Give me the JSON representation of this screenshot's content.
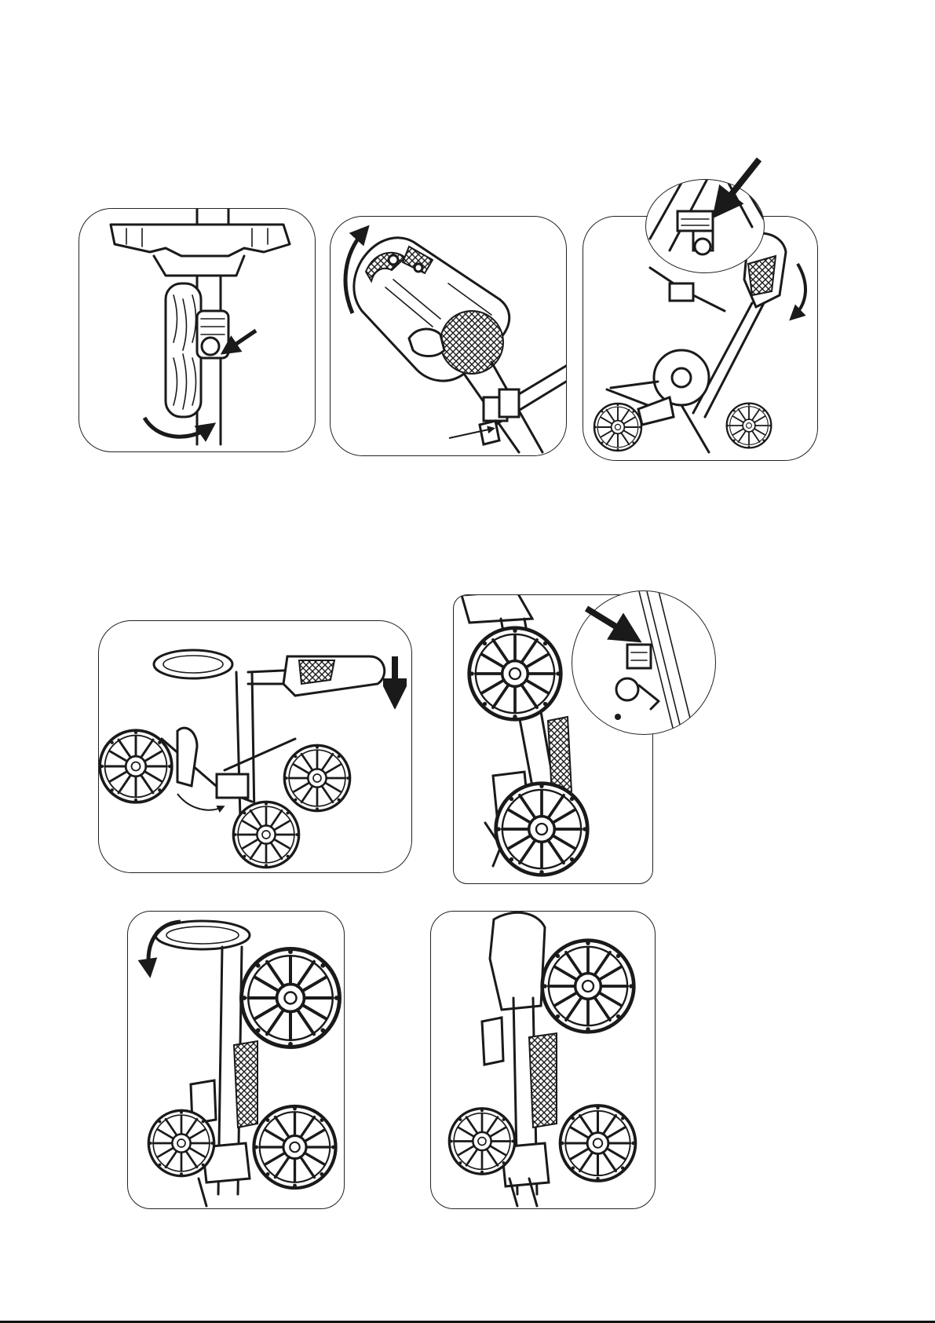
{
  "page": {
    "description_free": true,
    "colors": {
      "ink": "#1a1a1a",
      "paper": "#ffffff"
    }
  },
  "figures": [
    {
      "id": "step-1",
      "icons": [
        "handle-grip-icon",
        "rotate-arrow-icon",
        "pointer-arrow-icon"
      ]
    },
    {
      "id": "step-2",
      "icons": [
        "scorecard-console-icon",
        "rotate-arrow-icon",
        "pointer-arrow-icon"
      ]
    },
    {
      "id": "step-3",
      "icons": [
        "folded-cart-icon",
        "magnifier-icon",
        "pointer-arrow-icon",
        "rotate-arrow-icon"
      ]
    },
    {
      "id": "step-4",
      "icons": [
        "cart-side-icon",
        "pointer-arrow-icon",
        "rotate-arrow-icon"
      ]
    },
    {
      "id": "step-5",
      "icons": [
        "cart-wheel-icon",
        "magnifier-icon",
        "pointer-arrow-icon"
      ]
    },
    {
      "id": "step-6",
      "icons": [
        "folded-cart-icon",
        "rotate-arrow-icon"
      ]
    },
    {
      "id": "step-7",
      "icons": [
        "folded-cart-icon"
      ]
    }
  ]
}
